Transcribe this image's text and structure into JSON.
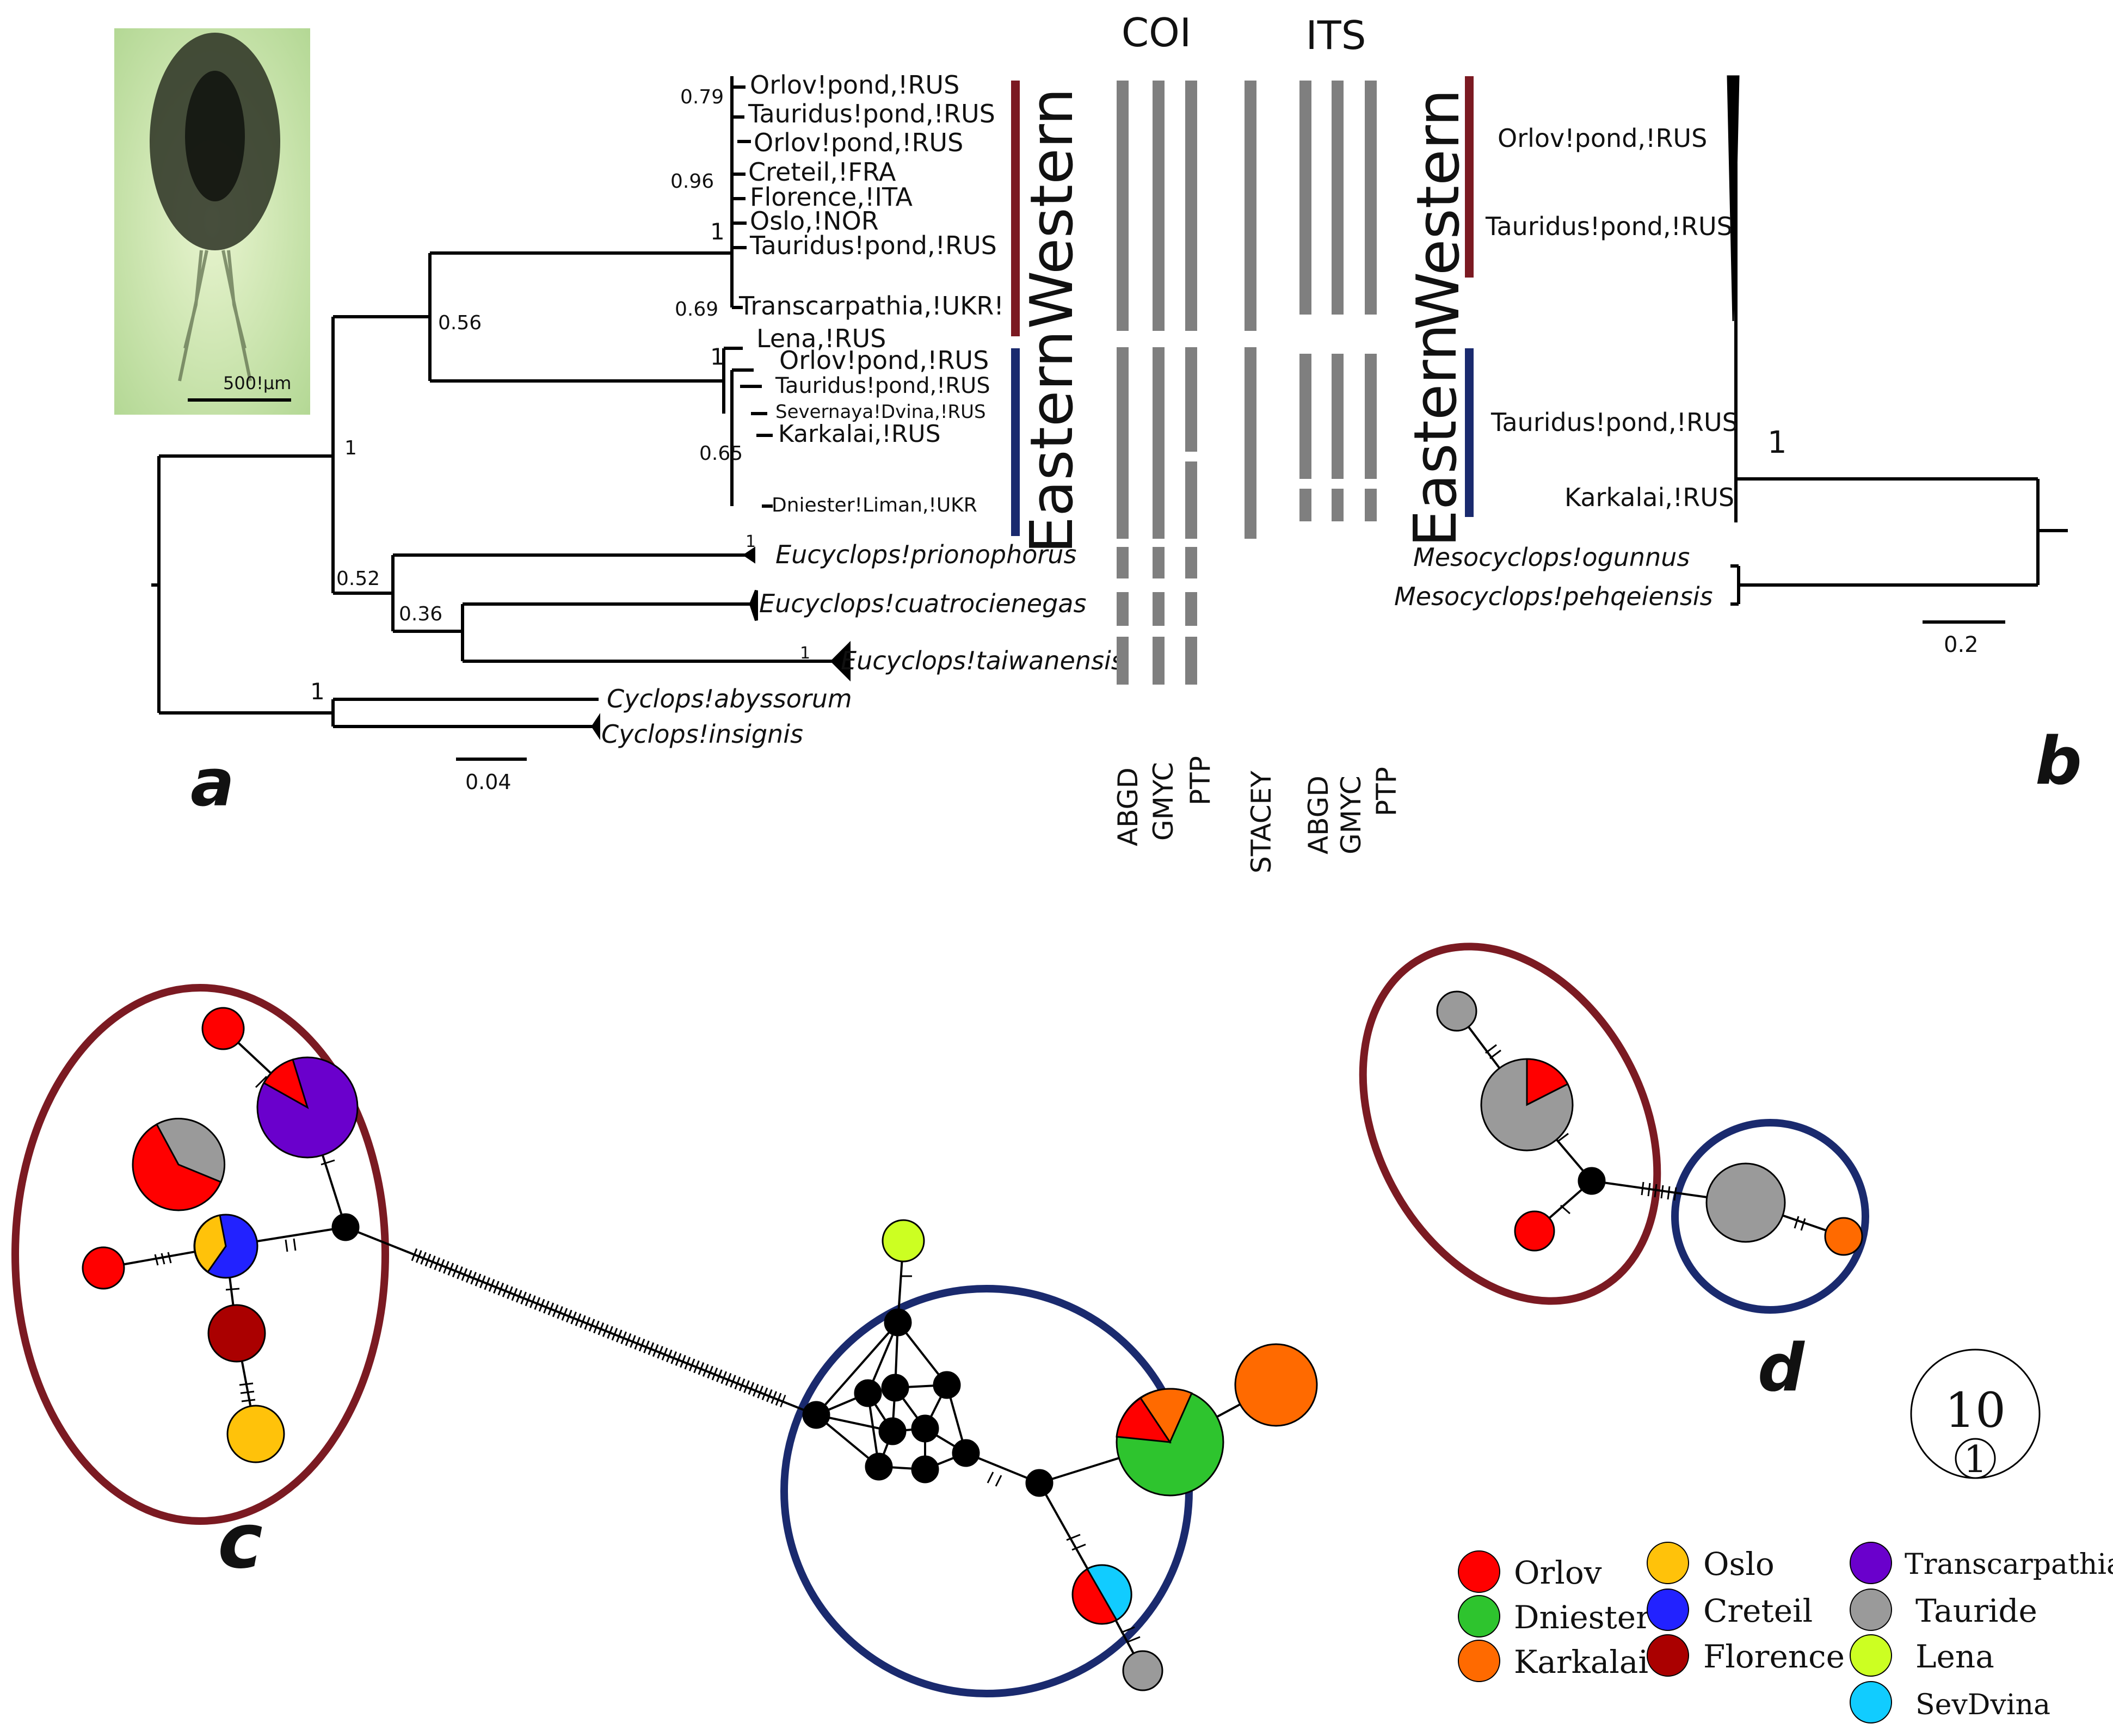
{
  "panel_labels": {
    "a": "a",
    "b": "b",
    "c": "c",
    "d": "d"
  },
  "photo": {
    "scale_label": "500!µm"
  },
  "headers": {
    "coi": "COI",
    "its": "ITS"
  },
  "method_labels": {
    "coi": [
      "ABGD",
      "GMYC",
      "PTP"
    ],
    "stacey": "STACEY",
    "its": [
      "ABGD",
      "GMYC",
      "PTP"
    ]
  },
  "tree_a": {
    "scale": "0.04",
    "supports": [
      "0.79",
      "0.96",
      "1",
      "0.69",
      "0.56",
      "1",
      "0.65",
      "1",
      "1",
      "0.52",
      "0.36",
      "1",
      "1"
    ],
    "taxa": [
      "Orlov!pond,!RUS",
      "Tauridus!pond,!RUS",
      "Orlov!pond,!RUS",
      "Creteil,!FRA",
      "Florence,!ITA",
      "Oslo,!NOR",
      "Tauridus!pond,!RUS",
      "Transcarpathia,!UKR!",
      "Lena,!RUS",
      "Orlov!pond,!RUS",
      "Tauridus!pond,!RUS",
      "Severnaya!Dvina,!RUS",
      "Karkalai,!RUS",
      "Dniester!Liman,!UKR",
      "Eucyclops!prionophorus",
      "Eucyclops!cuatrocienegas",
      "Eucyclops!taiwanensis",
      "Cyclops!abyssorum",
      "Cyclops!insignis"
    ],
    "clades": {
      "western": "Western",
      "eastern": "Eastern"
    }
  },
  "tree_b": {
    "scale": "0.2",
    "support": "1",
    "taxa": [
      "Orlov!pond,!RUS",
      "Tauridus!pond,!RUS",
      "Tauridus!pond,!RUS",
      "Karkalai,!RUS",
      "Mesocyclops!ogunnus",
      "Mesocyclops!pehqeiensis"
    ],
    "clades": {
      "western": "Western",
      "eastern": "Eastern"
    }
  },
  "size_legend": {
    "large": "10",
    "small": "1"
  },
  "legend": [
    {
      "label": "Orlov",
      "color": "#ff0000"
    },
    {
      "label": "Dniester",
      "color": "#2ec42e"
    },
    {
      "label": "Karkalai",
      "color": "#ff6a00"
    },
    {
      "label": "Oslo",
      "color": "#ffc20a"
    },
    {
      "label": "Creteil",
      "color": "#2222ff"
    },
    {
      "label": "Florence",
      "color": "#aa0000"
    },
    {
      "label": "Transcarpathia",
      "color": "#6a00cc"
    },
    {
      "label": "Tauride",
      "color": "#9a9a9a"
    },
    {
      "label": "Lena",
      "color": "#ccff22"
    },
    {
      "label": "SevDvina",
      "color": "#11ccff"
    }
  ],
  "colors": {
    "western": "#7b1a22",
    "eastern": "#1a2a6e",
    "bars": "#7f7f7f",
    "node": "#000000"
  }
}
